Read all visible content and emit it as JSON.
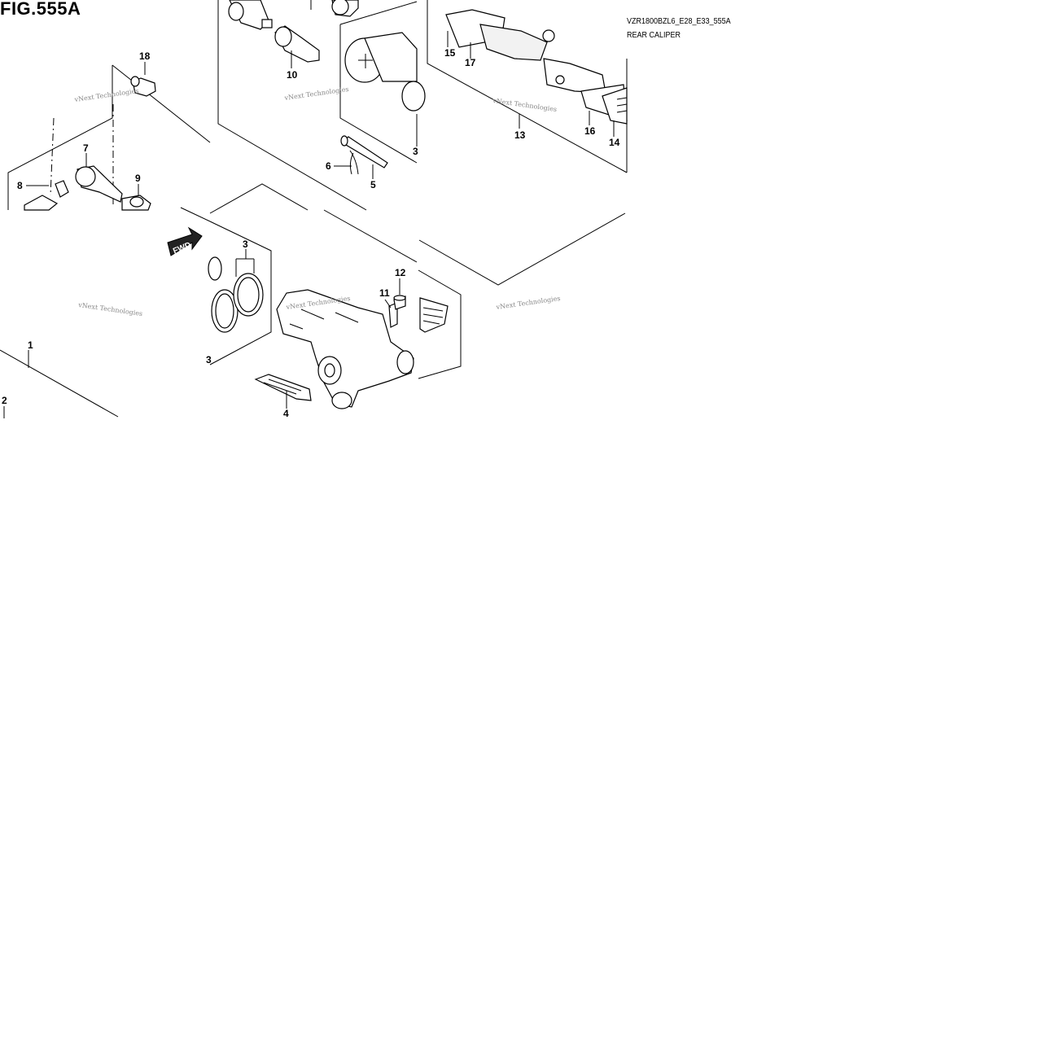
{
  "figure": {
    "title": "FIG.555A",
    "code": "VZR1800BZL6_E28_E33_555A",
    "caption": "REAR CALIPER"
  },
  "watermark": {
    "text": "vNext Technologies"
  },
  "fwd_label": "FWD",
  "callouts": [
    "1",
    "2",
    "3",
    "3",
    "3",
    "4",
    "5",
    "6",
    "7",
    "8",
    "9",
    "10",
    "11",
    "12",
    "13",
    "14",
    "15",
    "16",
    "17",
    "18"
  ]
}
